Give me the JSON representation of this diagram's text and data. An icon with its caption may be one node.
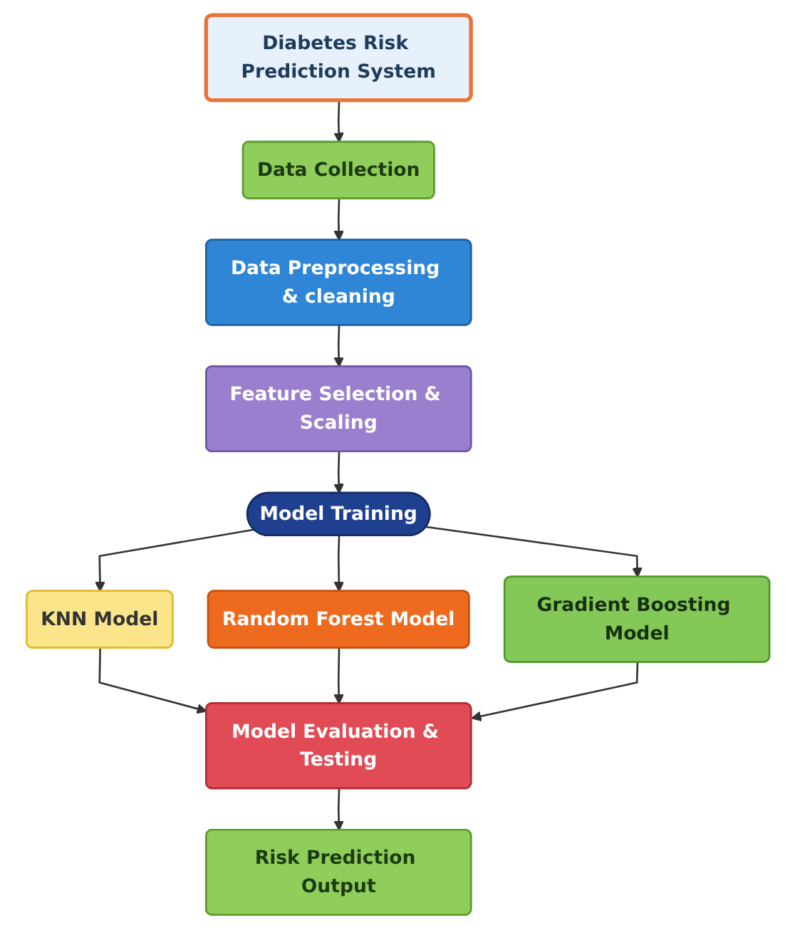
{
  "diagram": {
    "nodes": [
      {
        "text": [
          "Diabetes Risk Prediction System"
        ]
      },
      {
        "text": [
          "Data Collection"
        ]
      },
      {
        "text": [
          "Data Preprocessing & cleaning"
        ]
      },
      {
        "text": [
          "Feature Selection & Scaling"
        ]
      },
      {
        "text": [
          "Model Training"
        ]
      },
      {
        "text": [
          "KNN Model"
        ]
      },
      {
        "text": [
          "Random Forest Model"
        ]
      },
      {
        "text": [
          "Gradient Boosting Model"
        ]
      },
      {
        "text": [
          "Model Evaluation & Testing"
        ]
      },
      {
        "text": [
          "Risk Prediction Output"
        ]
      }
    ],
    "edges": [
      {
        "from": 0,
        "to": 1,
        "arrow": "to"
      },
      {
        "from": 1,
        "to": 2,
        "arrow": "to"
      },
      {
        "from": 2,
        "to": 3,
        "arrow": "to"
      },
      {
        "from": 3,
        "to": 4,
        "arrow": "to"
      },
      {
        "from": 4,
        "to": 5,
        "arrow": "to"
      },
      {
        "from": 4,
        "to": 6,
        "arrow": "to"
      },
      {
        "from": 4,
        "to": 7,
        "arrow": "to"
      },
      {
        "from": 5,
        "to": 8,
        "arrow": "to"
      },
      {
        "from": 6,
        "to": 8,
        "arrow": "to"
      },
      {
        "from": 7,
        "to": 8,
        "arrow": "to"
      },
      {
        "from": 8,
        "to": 9,
        "arrow": "to"
      }
    ]
  }
}
